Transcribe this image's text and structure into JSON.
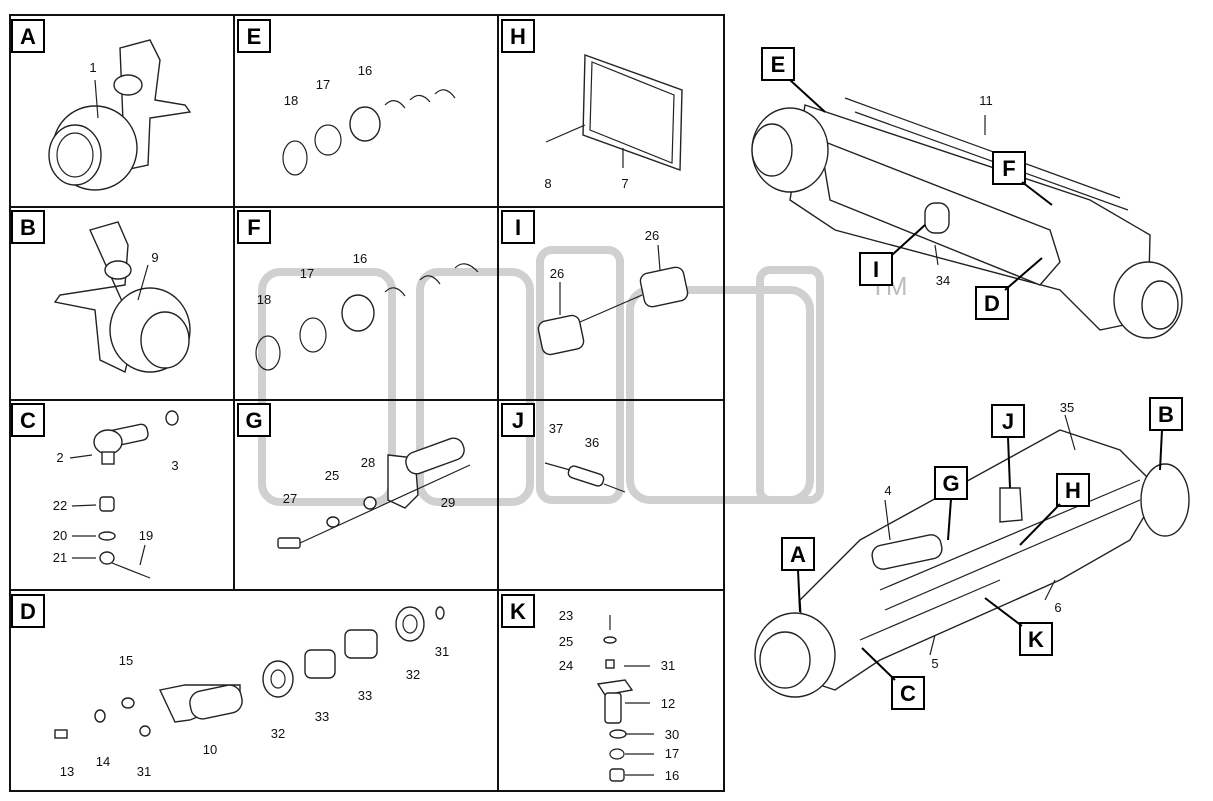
{
  "panels": {
    "A": {
      "letter": "A",
      "callouts": [
        "1"
      ]
    },
    "B": {
      "letter": "B",
      "callouts": [
        "9"
      ]
    },
    "C": {
      "letter": "C",
      "callouts": [
        "2",
        "3",
        "22",
        "20",
        "21",
        "19"
      ]
    },
    "D": {
      "letter": "D",
      "callouts": [
        "15",
        "13",
        "14",
        "31",
        "10",
        "32",
        "33",
        "33",
        "32",
        "31"
      ]
    },
    "E": {
      "letter": "E",
      "callouts": [
        "18",
        "17",
        "16"
      ]
    },
    "F": {
      "letter": "F",
      "callouts": [
        "17",
        "16",
        "18"
      ]
    },
    "G": {
      "letter": "G",
      "callouts": [
        "28",
        "25",
        "27",
        "29"
      ]
    },
    "H": {
      "letter": "H",
      "callouts": [
        "8",
        "7"
      ]
    },
    "I": {
      "letter": "I",
      "callouts": [
        "26",
        "26"
      ]
    },
    "J": {
      "letter": "J",
      "callouts": [
        "37",
        "36"
      ]
    },
    "K": {
      "letter": "K",
      "callouts": [
        "23",
        "25",
        "24",
        "31",
        "12",
        "30",
        "17",
        "16"
      ]
    }
  },
  "assembly_top": {
    "flags": [
      "E",
      "F",
      "I",
      "D"
    ],
    "callouts": [
      "11",
      "34"
    ],
    "watermark": "TM"
  },
  "assembly_bottom": {
    "flags": [
      "J",
      "B",
      "G",
      "H",
      "A",
      "K",
      "C"
    ],
    "callouts": [
      "35",
      "4",
      "6",
      "5"
    ]
  }
}
